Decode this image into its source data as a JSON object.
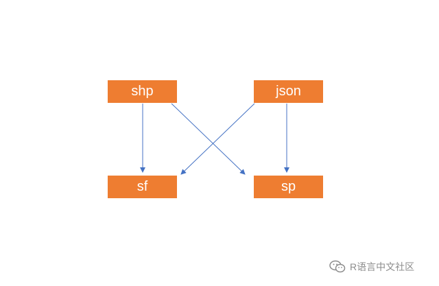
{
  "diagram": {
    "nodes": [
      {
        "id": "shp",
        "label": "shp"
      },
      {
        "id": "json",
        "label": "json"
      },
      {
        "id": "sf",
        "label": "sf"
      },
      {
        "id": "sp",
        "label": "sp"
      }
    ],
    "edges": [
      {
        "from": "shp",
        "to": "sf"
      },
      {
        "from": "shp",
        "to": "sp"
      },
      {
        "from": "json",
        "to": "sf"
      },
      {
        "from": "json",
        "to": "sp"
      }
    ],
    "colors": {
      "node_fill": "#ee7d31",
      "node_text": "#ffffff",
      "edge": "#4472c4"
    }
  },
  "watermark": {
    "icon": "wechat-icon",
    "text": "R语言中文社区"
  }
}
